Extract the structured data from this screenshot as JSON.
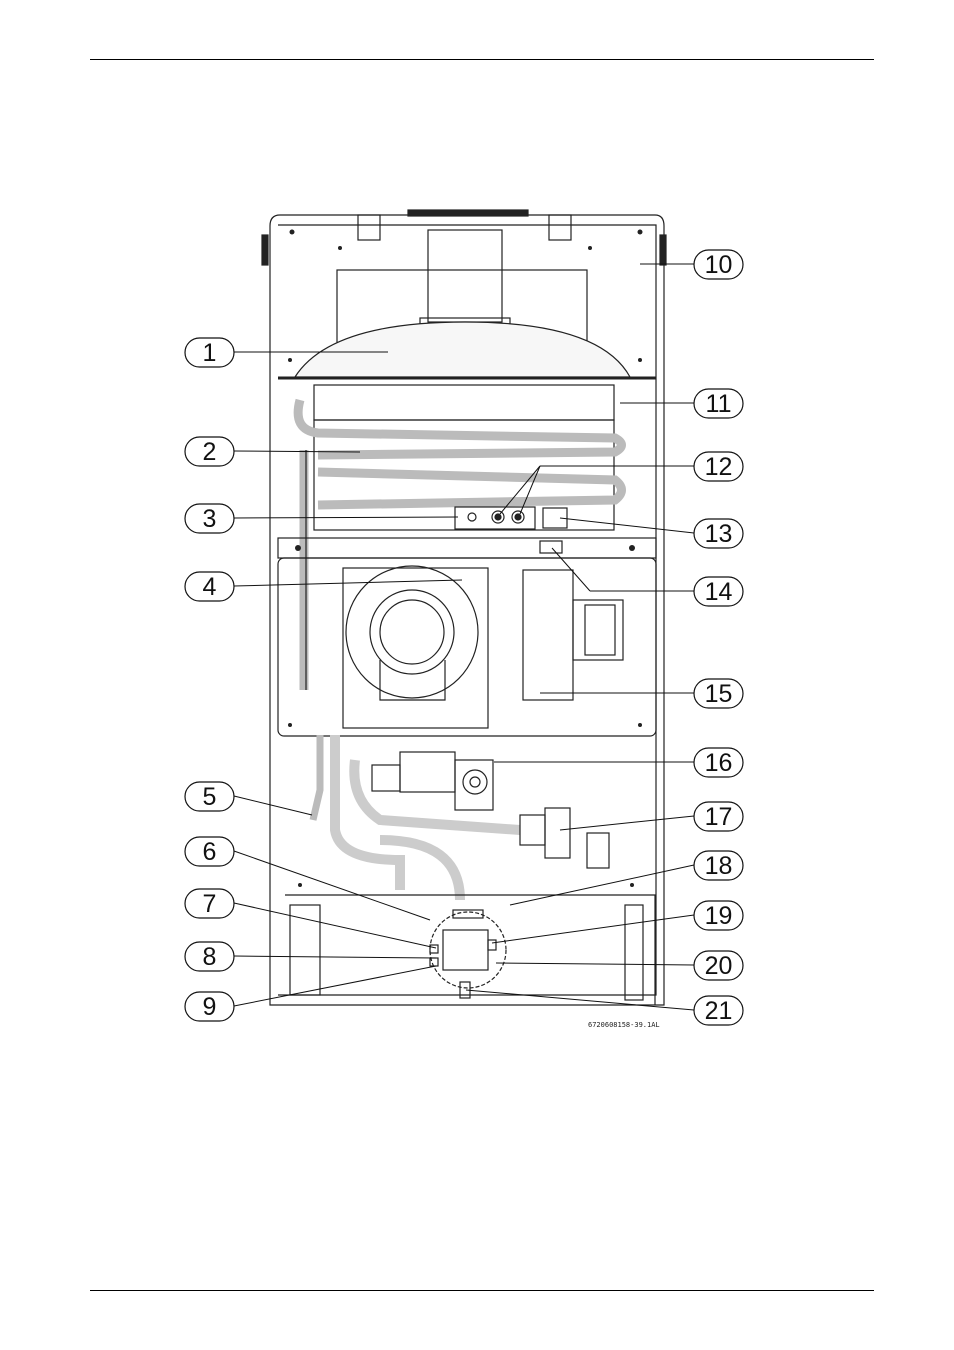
{
  "figure": {
    "code": "6720608158-39.1AL",
    "callouts": [
      {
        "label": "1",
        "side": "left"
      },
      {
        "label": "2",
        "side": "left"
      },
      {
        "label": "3",
        "side": "left"
      },
      {
        "label": "4",
        "side": "left"
      },
      {
        "label": "5",
        "side": "left"
      },
      {
        "label": "6",
        "side": "left"
      },
      {
        "label": "7",
        "side": "left"
      },
      {
        "label": "8",
        "side": "left"
      },
      {
        "label": "9",
        "side": "left"
      },
      {
        "label": "10",
        "side": "right"
      },
      {
        "label": "11",
        "side": "right"
      },
      {
        "label": "12",
        "side": "right"
      },
      {
        "label": "13",
        "side": "right"
      },
      {
        "label": "14",
        "side": "right"
      },
      {
        "label": "15",
        "side": "right"
      },
      {
        "label": "16",
        "side": "right"
      },
      {
        "label": "17",
        "side": "right"
      },
      {
        "label": "18",
        "side": "right"
      },
      {
        "label": "19",
        "side": "right"
      },
      {
        "label": "20",
        "side": "right"
      },
      {
        "label": "21",
        "side": "right"
      }
    ]
  }
}
